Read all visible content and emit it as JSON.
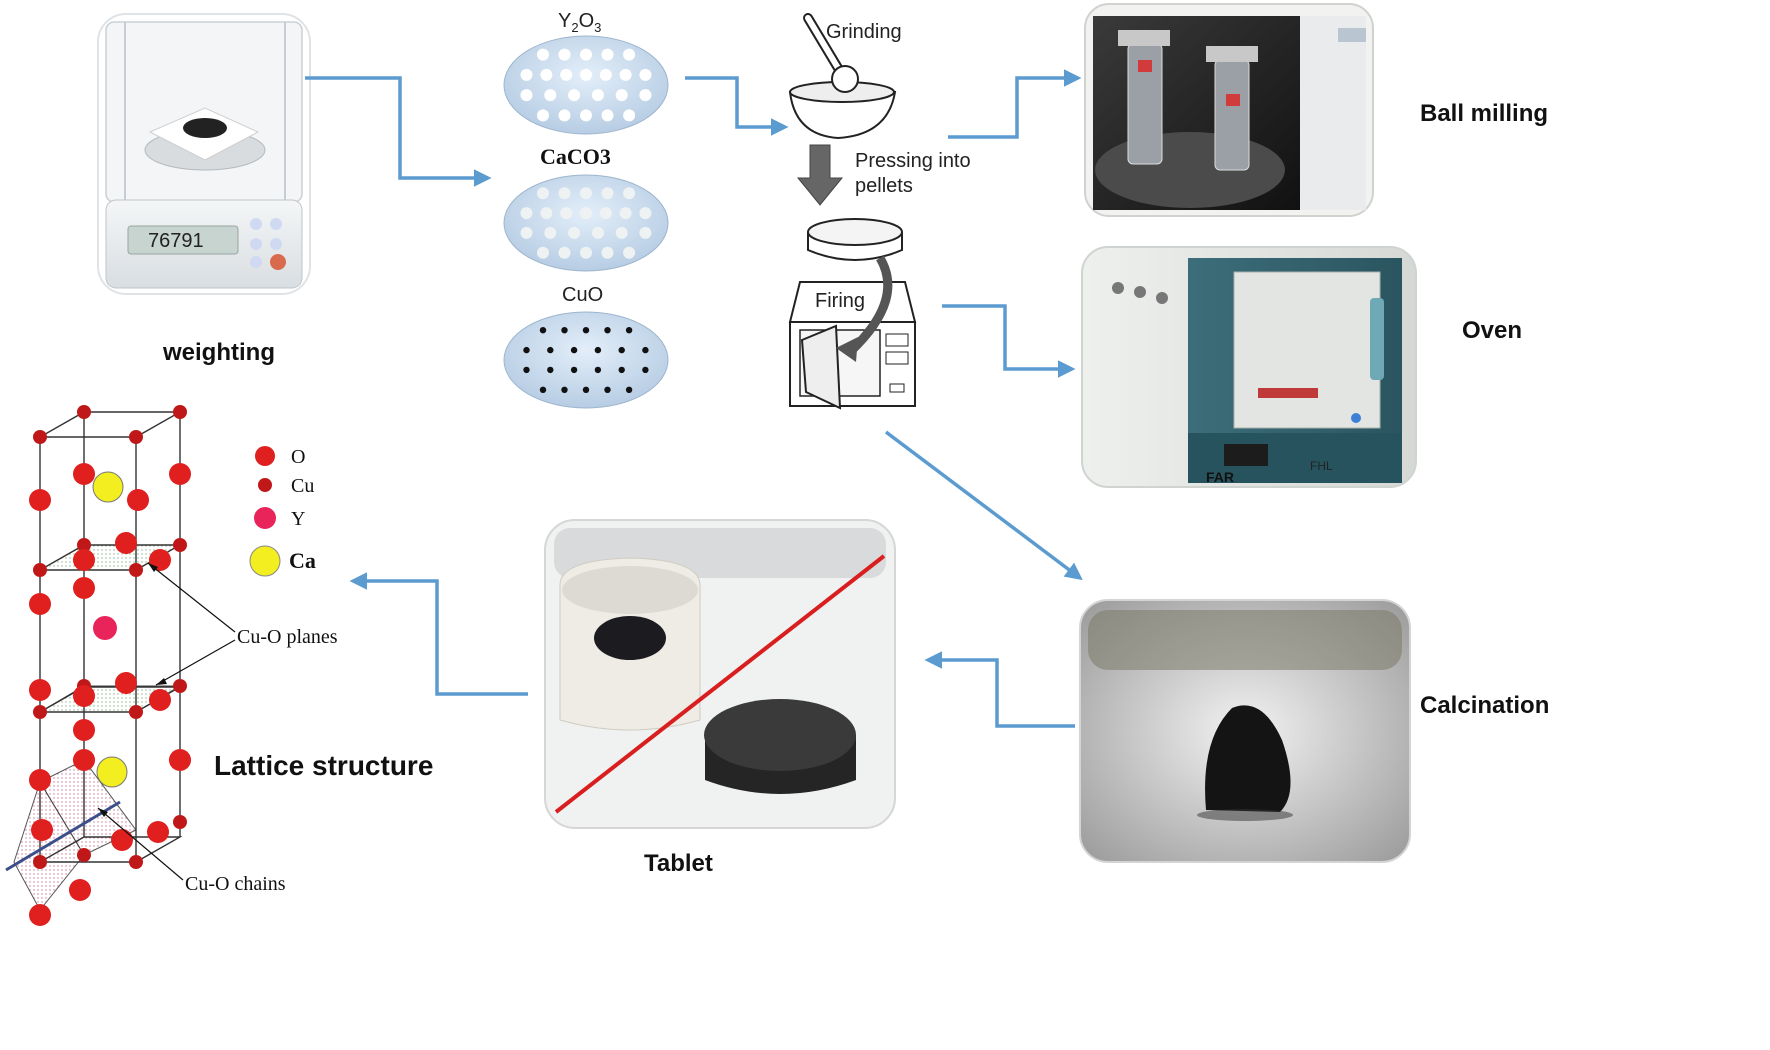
{
  "labels": {
    "weighting": "weighting",
    "ball_milling": "Ball milling",
    "oven": "Oven",
    "calcination": "Calcination",
    "tablet": "Tablet",
    "lattice_structure": "Lattice structure",
    "grinding": "Grinding",
    "pressing_line1": "Pressing into",
    "pressing_line2": "pellets",
    "firing": "Firing"
  },
  "powders": {
    "y2o3_base": "Y",
    "y2o3_sub1": "2",
    "y2o3_mid": "O",
    "y2o3_sub2": "3",
    "caco3": "CaCO3",
    "cuo": "CuO"
  },
  "balance_display": "76791",
  "legend": {
    "o": "O",
    "cu": "Cu",
    "y": "Y",
    "ca": "Ca"
  },
  "lattice_annotations": {
    "planes": "Cu-O planes",
    "chains": "Cu-O chains"
  },
  "oven_panel": {
    "brand": "FAR",
    "model": "FHL"
  },
  "colors": {
    "arrow": "#5b9bd0",
    "oxygen": "#e01f1f",
    "copper": "#c01818",
    "yttrium": "#e8245a",
    "calcium": "#f2ee1f",
    "plane_fill": "#d9f0d0"
  }
}
